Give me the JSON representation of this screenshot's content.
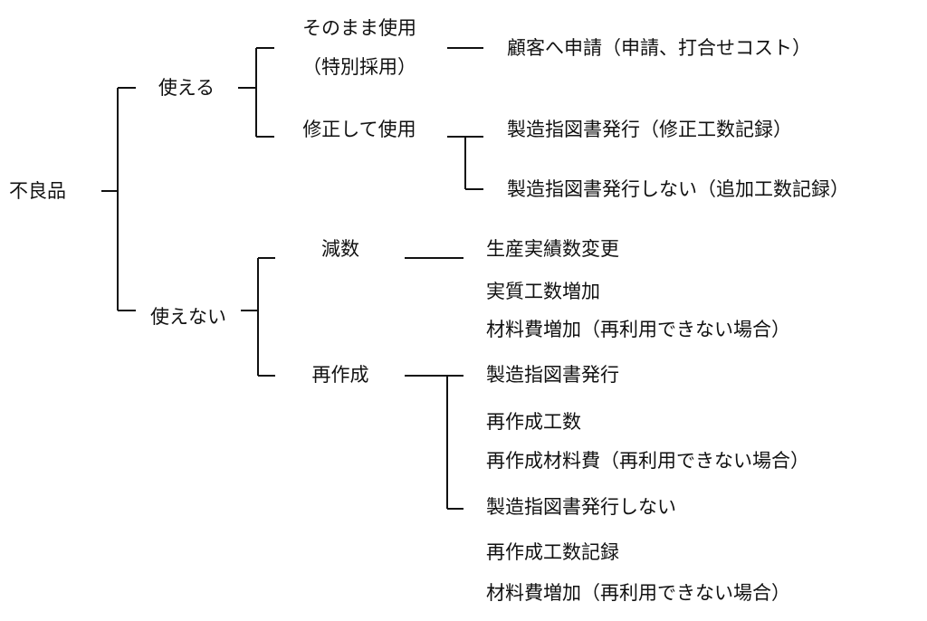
{
  "root": "不良品",
  "usable": {
    "label": "使える",
    "as_is": {
      "line1": "そのまま使用",
      "line2": "（特別採用）",
      "result": "顧客へ申請（申請、打合せコスト）"
    },
    "modify": {
      "label": "修正して使用",
      "results": [
        "製造指図書発行（修正工数記録）",
        "製造指図書発行しない（追加工数記録）"
      ]
    }
  },
  "unusable": {
    "label": "使えない",
    "reduce": {
      "label": "減数",
      "results": [
        "生産実績数変更",
        "実質工数増加",
        "材料費増加（再利用できない場合）"
      ]
    },
    "remake": {
      "label": "再作成",
      "issue": {
        "label": "製造指図書発行",
        "results": [
          "再作成工数",
          "再作成材料費（再利用できない場合）"
        ]
      },
      "no_issue": {
        "label": "製造指図書発行しない",
        "results": [
          "再作成工数記録",
          "材料費増加（再利用できない場合）"
        ]
      }
    }
  }
}
